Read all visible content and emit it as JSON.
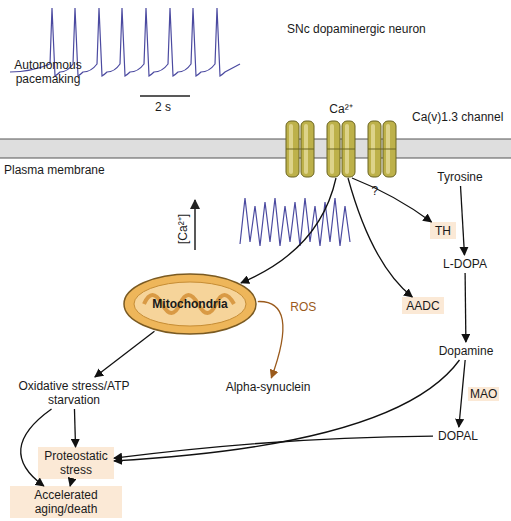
{
  "diagram": {
    "title": "SNc dopaminergic neuron",
    "nodes": [
      {
        "text": [
          "Ca²⁺"
        ]
      },
      {
        "text": [
          "Tyrosine"
        ]
      },
      {
        "text": [
          "TH"
        ]
      },
      {
        "text": [
          "L-DOPA"
        ]
      },
      {
        "text": [
          "Mitochondria"
        ]
      },
      {
        "text": [
          "AADC"
        ]
      },
      {
        "text": [
          "Dopamine"
        ]
      },
      {
        "text": [
          "Oxidative stress/ATP starvation"
        ]
      },
      {
        "text": [
          "Alpha-synuclein"
        ]
      },
      {
        "text": [
          "DOPAL"
        ]
      },
      {
        "text": [
          "Proteostatic stress"
        ]
      },
      {
        "text": [
          "Accelerated aging/death"
        ]
      }
    ],
    "edges": [
      {
        "from": 0,
        "to": 2,
        "arrow": "to",
        "label": "?"
      },
      {
        "from": 0,
        "to": 5,
        "arrow": "to"
      },
      {
        "from": 0,
        "to": 4,
        "arrow": "to"
      },
      {
        "from": 1,
        "to": 3,
        "arrow": "to"
      },
      {
        "from": 3,
        "to": 6,
        "arrow": "to"
      },
      {
        "from": 6,
        "to": 9,
        "arrow": "to",
        "label": "MAO"
      },
      {
        "from": 6,
        "to": 10,
        "arrow": "to"
      },
      {
        "from": 9,
        "to": 10,
        "arrow": "to"
      },
      {
        "from": 4,
        "to": 7,
        "arrow": "to"
      },
      {
        "from": 4,
        "to": 8,
        "arrow": "to",
        "label": "ROS"
      },
      {
        "from": 7,
        "to": 10,
        "arrow": "to"
      },
      {
        "from": 7,
        "to": 11,
        "arrow": "to"
      },
      {
        "from": 10,
        "to": 11,
        "arrow": "to"
      }
    ],
    "labels": [
      "Autonomous pacemaking",
      "2 s",
      "Ca(v)1.3 channel",
      "Plasma membrane",
      "[Ca²⁺]"
    ]
  }
}
